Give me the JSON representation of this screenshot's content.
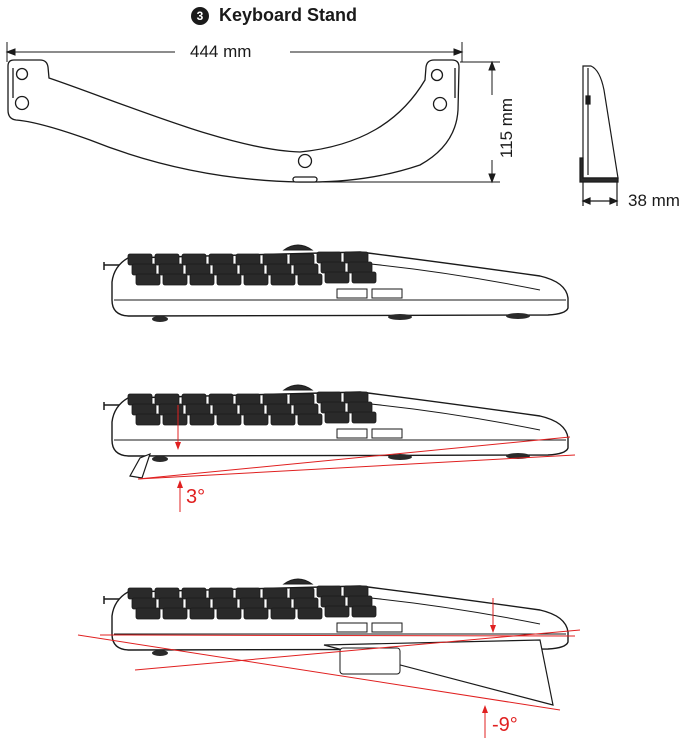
{
  "header": {
    "step_number": "3",
    "title": "Keyboard Stand"
  },
  "dimensions": {
    "width": "444 mm",
    "height": "115 mm",
    "depth": "38 mm"
  },
  "angles": {
    "positive_tilt": "3°",
    "negative_tilt": "-9°"
  },
  "colors": {
    "line": "#1a1a1a",
    "angle_marker": "#e02020",
    "key": "#2a2a2a",
    "background": "#ffffff"
  }
}
